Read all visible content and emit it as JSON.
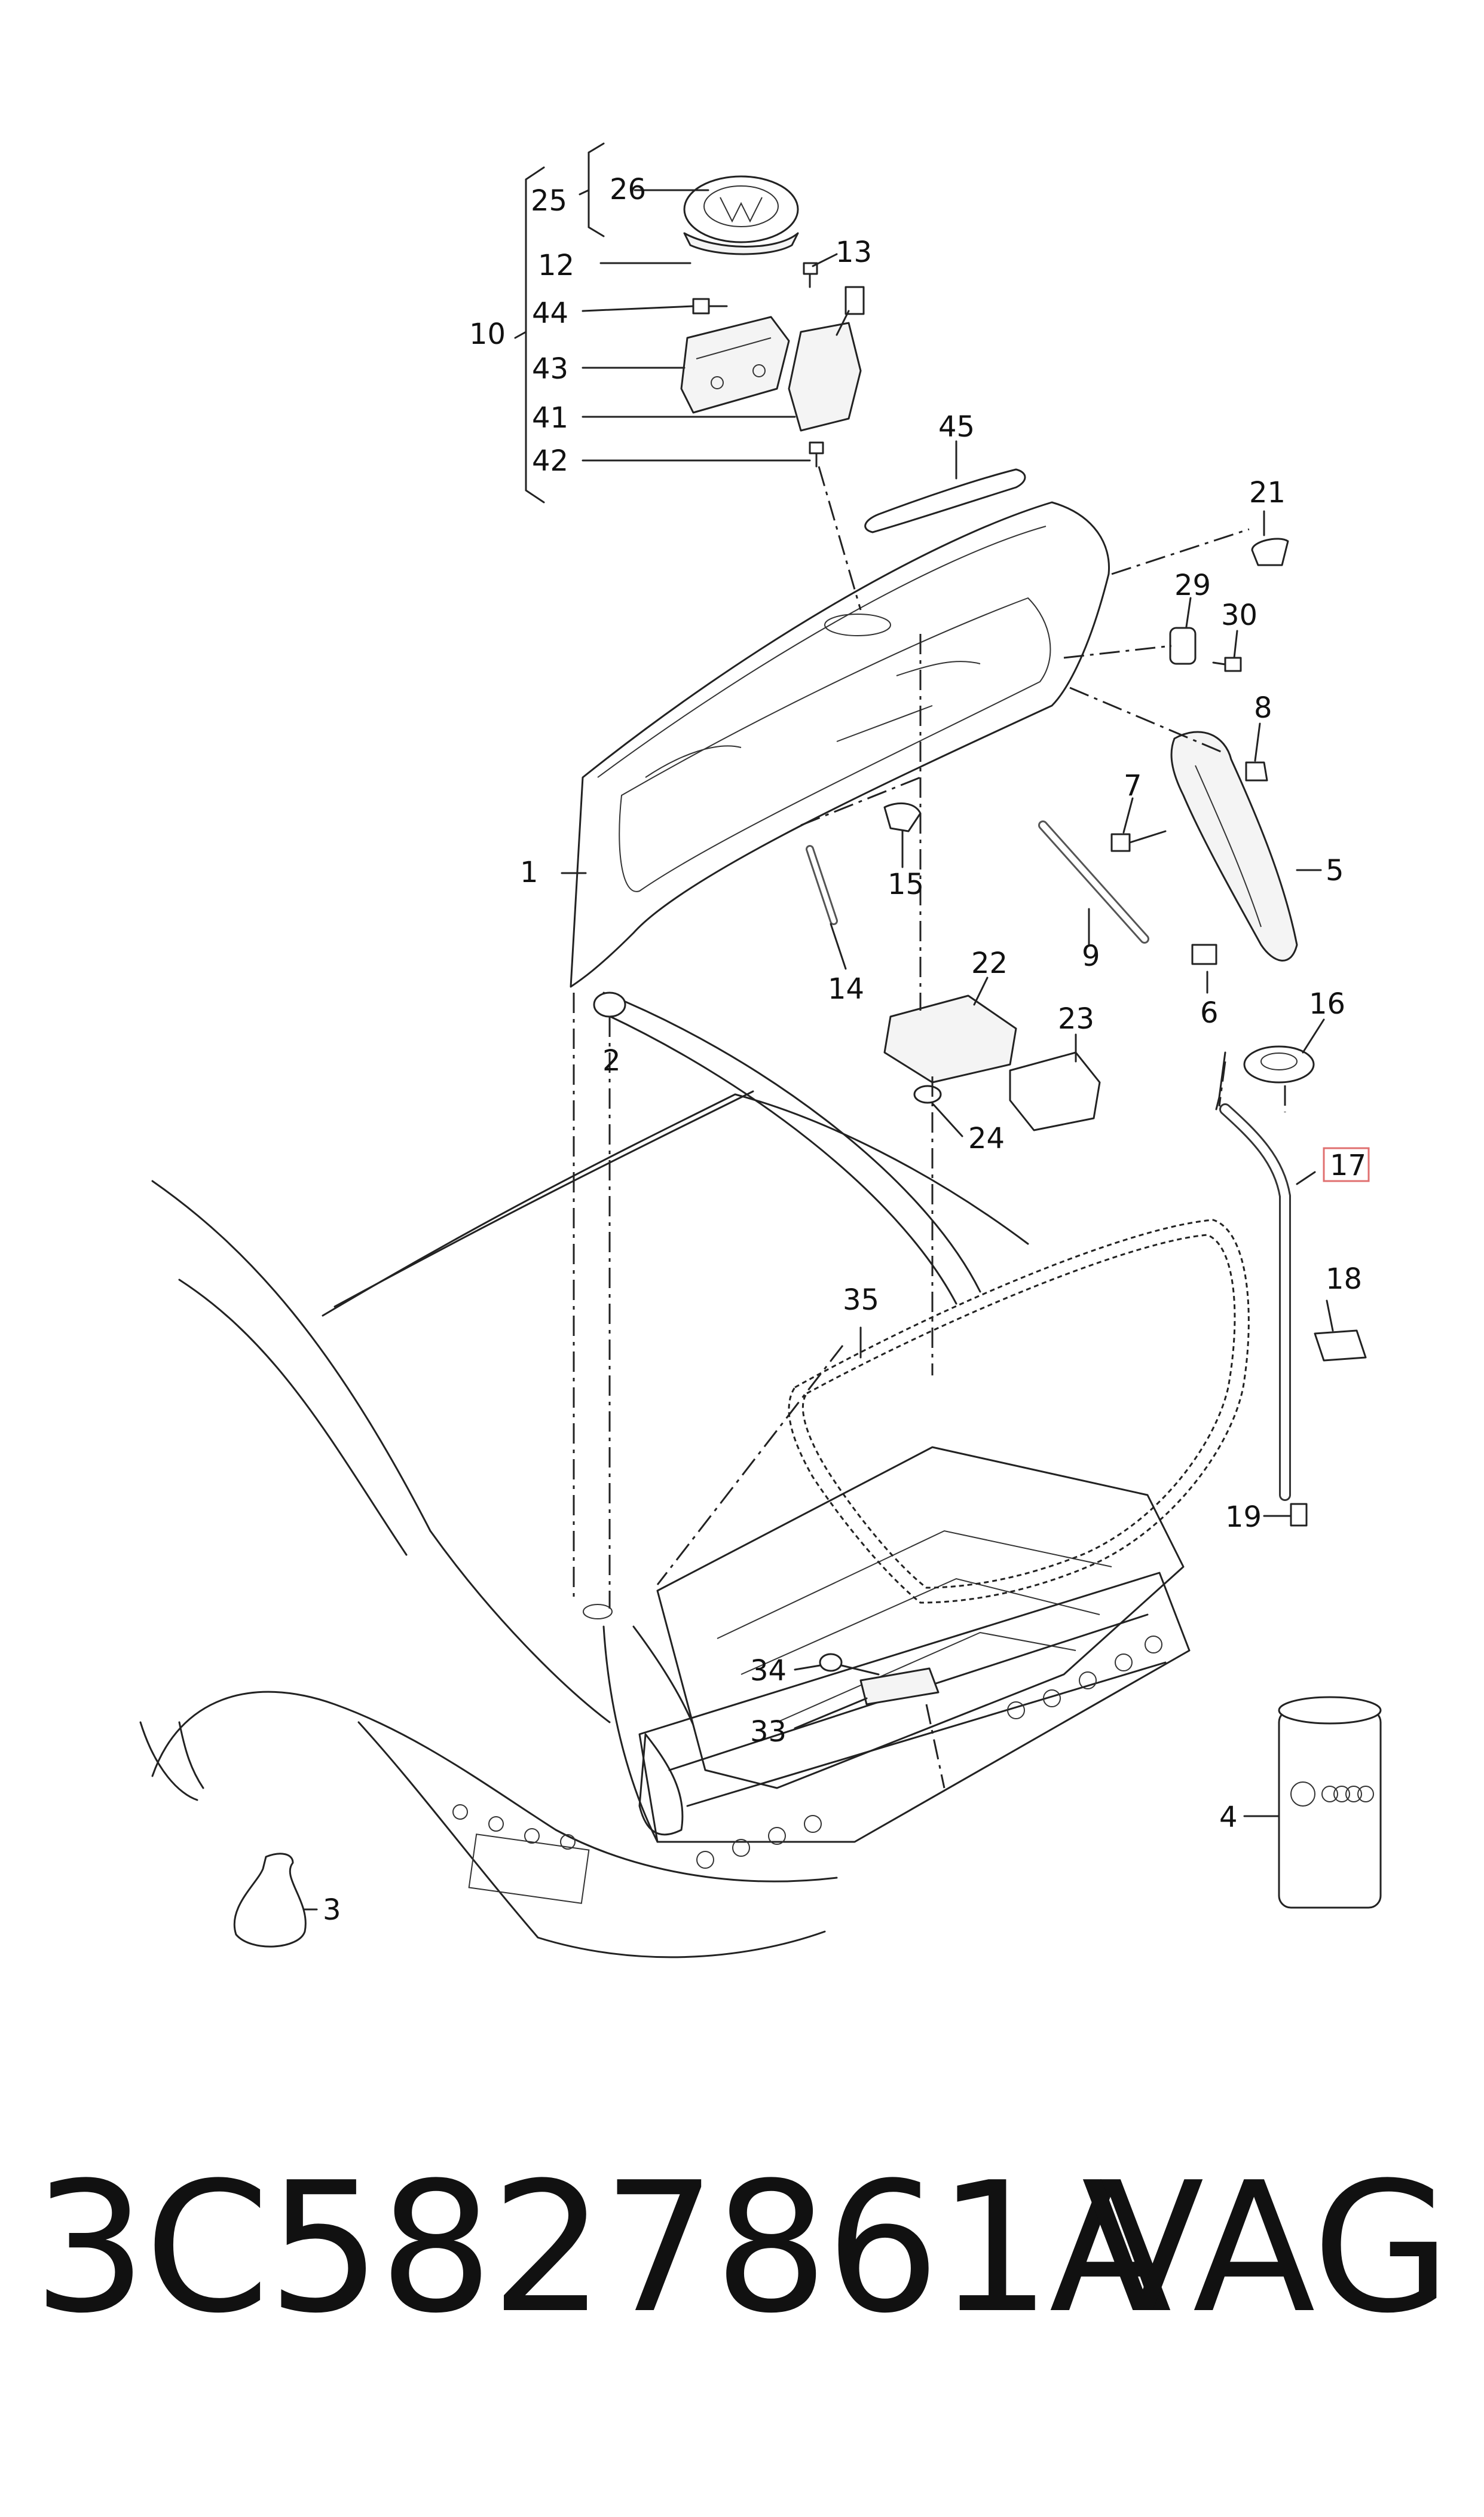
{
  "diagram": {
    "callouts": {
      "c1": "1",
      "c2": "2",
      "c3": "3",
      "c4": "4",
      "c5": "5",
      "c6": "6",
      "c7": "7",
      "c8": "8",
      "c9": "9",
      "c10": "10",
      "c12": "12",
      "c13": "13",
      "c14": "14",
      "c15": "15",
      "c16": "16",
      "c17": "17",
      "c18": "18",
      "c19": "19",
      "c21": "21",
      "c22": "22",
      "c23": "23",
      "c24": "24",
      "c25": "25",
      "c26": "26",
      "c29": "29",
      "c30": "30",
      "c33": "33",
      "c34": "34",
      "c35": "35",
      "c41": "41",
      "c42": "42",
      "c43": "43",
      "c44": "44",
      "c45": "45"
    },
    "highlight_color": "#e07070"
  },
  "footer": {
    "part_number": "3C5827861A",
    "brand": "VAG"
  }
}
